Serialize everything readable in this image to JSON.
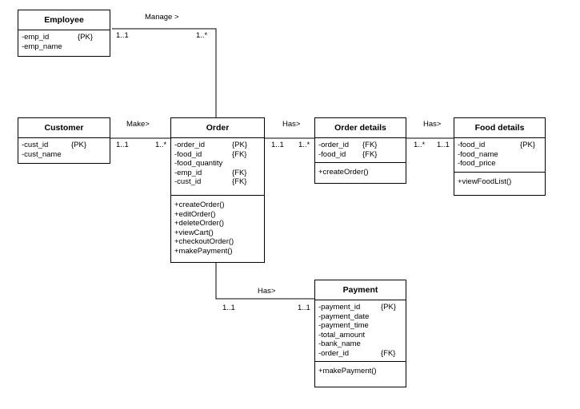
{
  "classes": {
    "employee": {
      "name": "Employee",
      "attributes": [
        {
          "name": "-emp_id",
          "key": "{PK}"
        },
        {
          "name": "-emp_name",
          "key": ""
        }
      ]
    },
    "customer": {
      "name": "Customer",
      "attributes": [
        {
          "name": "-cust_id",
          "key": "{PK}"
        },
        {
          "name": "-cust_name",
          "key": ""
        }
      ]
    },
    "order": {
      "name": "Order",
      "attributes": [
        {
          "name": "-order_id",
          "key": "{PK}"
        },
        {
          "name": "-food_id",
          "key": "{FK}"
        },
        {
          "name": "-food_quantity",
          "key": ""
        },
        {
          "name": "-emp_id",
          "key": "{FK}"
        },
        {
          "name": "-cust_id",
          "key": "{FK}"
        }
      ],
      "methods": [
        "+createOrder()",
        "+editOrder()",
        "+deleteOrder()",
        "+viewCart()",
        "+checkoutOrder()",
        "+makePayment()"
      ]
    },
    "order_details": {
      "name": "Order details",
      "attributes": [
        {
          "name": "-order_id",
          "key": "{FK}"
        },
        {
          "name": "-food_id",
          "key": "{FK}"
        }
      ],
      "methods": [
        "+createOrder()"
      ]
    },
    "food_details": {
      "name": "Food details",
      "attributes": [
        {
          "name": "-food_id",
          "key": "{PK}"
        },
        {
          "name": "-food_name",
          "key": ""
        },
        {
          "name": "-food_price",
          "key": ""
        }
      ],
      "methods": [
        "+viewFoodList()"
      ]
    },
    "payment": {
      "name": "Payment",
      "attributes": [
        {
          "name": "-payment_id",
          "key": "{PK}"
        },
        {
          "name": "-payment_date",
          "key": ""
        },
        {
          "name": "-payment_time",
          "key": ""
        },
        {
          "name": "-total_amount",
          "key": ""
        },
        {
          "name": "-bank_name",
          "key": ""
        },
        {
          "name": "-order_id",
          "key": "{FK}"
        }
      ],
      "methods": [
        "+makePayment()"
      ]
    }
  },
  "relationships": {
    "manage": {
      "label": "Manage >",
      "from_mult": "1..1",
      "to_mult": "1..*"
    },
    "make": {
      "label": "Make>",
      "from_mult": "1..1",
      "to_mult": "1..*"
    },
    "has_order_details": {
      "label": "Has>",
      "from_mult": "1..1",
      "to_mult": "1..*"
    },
    "has_food_details": {
      "label": "Has>",
      "from_mult": "1..*",
      "to_mult": "1..1"
    },
    "has_payment": {
      "label": "Has>",
      "from_mult": "1..1",
      "to_mult": "1..1"
    }
  }
}
